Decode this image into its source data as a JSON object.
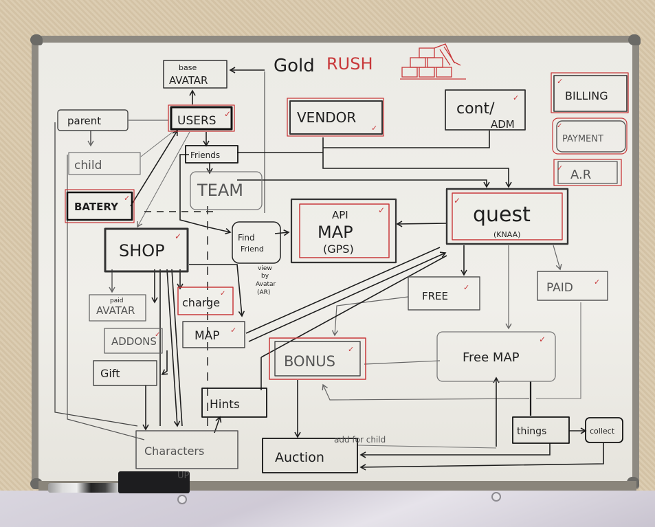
{
  "title": {
    "part1": "Gold",
    "part2": "RUSH"
  },
  "colors": {
    "ink": "#1e1e1e",
    "red_ink": "#c8383a",
    "faint_ink": "#666666",
    "board": "#eeede8"
  },
  "nodes": {
    "base_avatar": {
      "line1": "base",
      "line2": "AVATAR"
    },
    "users": {
      "label": "USERS",
      "checked": true
    },
    "parent": {
      "label": "parent"
    },
    "child": {
      "label": "child"
    },
    "friends": {
      "label": "Friends"
    },
    "team": {
      "label": "TEAM"
    },
    "battery": {
      "label": "BATERY",
      "checked": true
    },
    "shop": {
      "label": "SHOP",
      "checked": true
    },
    "paid_avatar": {
      "line1": "paid",
      "line2": "AVATAR"
    },
    "charge": {
      "label": "charge",
      "checked": true
    },
    "addons": {
      "label": "ADDONS",
      "checked": true
    },
    "map": {
      "label": "MAP",
      "checked": true
    },
    "gift": {
      "label": "Gift"
    },
    "find_friends": {
      "line1": "Find",
      "line2": "Friend"
    },
    "view_note": {
      "line1": "view",
      "line2": "by",
      "line3": "Avatar",
      "line4": "(AR)"
    },
    "api_map": {
      "line1": "API",
      "line2": "MAP",
      "line3": "(GPS)",
      "checked": true
    },
    "vendor": {
      "label": "VENDOR",
      "checked": true
    },
    "cont_adm": {
      "line1": "cont/",
      "line2": "ADM",
      "checked": true
    },
    "quest": {
      "line1": "quest",
      "line2": "(KNAA)",
      "checked": true
    },
    "billing": {
      "label": "BILLING",
      "checked": true
    },
    "payment": {
      "label": "PAYMENT",
      "checked": true
    },
    "ar": {
      "label": "A.R",
      "checked": true
    },
    "free": {
      "label": "FREE",
      "checked": true
    },
    "paid": {
      "label": "PAID",
      "checked": true
    },
    "bonus": {
      "label": "BONUS",
      "checked": true
    },
    "free_map": {
      "label": "Free MAP",
      "checked": true
    },
    "hints": {
      "label": "Hints"
    },
    "characters": {
      "label": "Characters"
    },
    "auction": {
      "label": "Auction"
    },
    "things": {
      "label": "things"
    },
    "collect": {
      "label": "collect"
    },
    "add_note": {
      "label": "add for child"
    },
    "up_note": {
      "label": "UP"
    }
  },
  "check_mark": "✓"
}
